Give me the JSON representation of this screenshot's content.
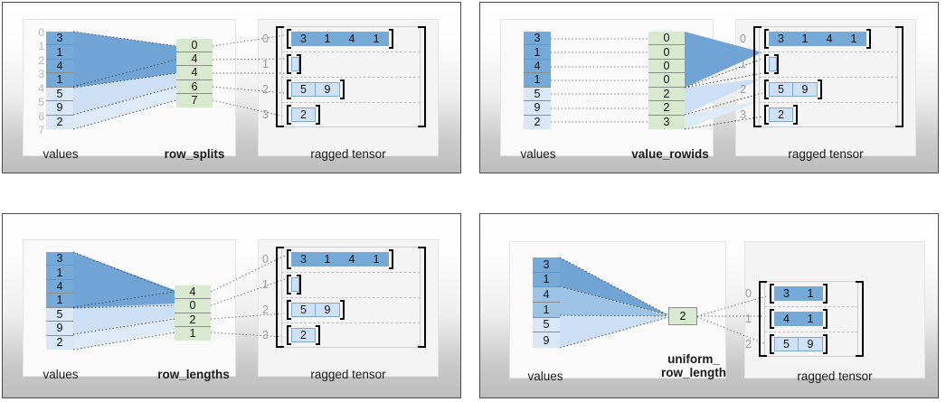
{
  "panels": [
    {
      "id": "row_splits",
      "key_label": "row_splits",
      "values_label": "values",
      "tensor_label": "ragged tensor",
      "values": [
        3,
        1,
        4,
        1,
        5,
        9,
        2
      ],
      "value_shades": [
        "d",
        "d",
        "d",
        "d",
        "l",
        "l",
        "l"
      ],
      "value_indices": [
        "0",
        "1",
        "2",
        "3",
        "4",
        "5",
        "6",
        "7"
      ],
      "show_value_indices": true,
      "partition": [
        0,
        4,
        4,
        6,
        7
      ],
      "partition_kind": "column",
      "rows": [
        {
          "index": "0",
          "cells": [
            3,
            1,
            4,
            1
          ],
          "shade": "d"
        },
        {
          "index": "1",
          "cells": [],
          "shade": "l"
        },
        {
          "index": "2",
          "cells": [
            5,
            9
          ],
          "shade": "l"
        },
        {
          "index": "3",
          "cells": [
            2
          ],
          "shade": "l"
        }
      ]
    },
    {
      "id": "value_rowids",
      "key_label": "value_rowids",
      "values_label": "values",
      "tensor_label": "ragged tensor",
      "values": [
        3,
        1,
        4,
        1,
        5,
        9,
        2
      ],
      "value_shades": [
        "d",
        "d",
        "d",
        "d",
        "l",
        "l",
        "l"
      ],
      "value_indices": [],
      "show_value_indices": false,
      "partition": [
        0,
        0,
        0,
        0,
        2,
        2,
        3
      ],
      "partition_kind": "column",
      "rows": [
        {
          "index": "0",
          "cells": [
            3,
            1,
            4,
            1
          ],
          "shade": "d"
        },
        {
          "index": "1",
          "cells": [],
          "shade": "l"
        },
        {
          "index": "2",
          "cells": [
            5,
            9
          ],
          "shade": "l"
        },
        {
          "index": "3",
          "cells": [
            2
          ],
          "shade": "l"
        }
      ]
    },
    {
      "id": "row_lengths",
      "key_label": "row_lengths",
      "values_label": "values",
      "tensor_label": "ragged tensor",
      "values": [
        3,
        1,
        4,
        1,
        5,
        9,
        2
      ],
      "value_shades": [
        "d",
        "d",
        "d",
        "d",
        "l",
        "l",
        "l"
      ],
      "value_indices": [],
      "show_value_indices": false,
      "partition": [
        4,
        0,
        2,
        1
      ],
      "partition_kind": "column",
      "rows": [
        {
          "index": "0",
          "cells": [
            3,
            1,
            4,
            1
          ],
          "shade": "d"
        },
        {
          "index": "1",
          "cells": [],
          "shade": "l"
        },
        {
          "index": "2",
          "cells": [
            5,
            9
          ],
          "shade": "l"
        },
        {
          "index": "3",
          "cells": [
            2
          ],
          "shade": "l"
        }
      ]
    },
    {
      "id": "uniform_row_length",
      "key_label": "uniform_\nrow_length",
      "values_label": "values",
      "tensor_label": "ragged tensor",
      "values": [
        3,
        1,
        4,
        1,
        5,
        9
      ],
      "value_shades": [
        "d",
        "d",
        "m",
        "m",
        "l",
        "l"
      ],
      "value_indices": [],
      "show_value_indices": false,
      "partition": [
        2
      ],
      "partition_kind": "single",
      "rows": [
        {
          "index": "0",
          "cells": [
            3,
            1
          ],
          "shade": "d"
        },
        {
          "index": "1",
          "cells": [
            4,
            1
          ],
          "shade": "d"
        },
        {
          "index": "2",
          "cells": [
            5,
            9
          ],
          "shade": "l"
        }
      ]
    }
  ],
  "colors": {
    "blue_dark": "#74a9d8",
    "blue_mid": "#9cc3e5",
    "blue_light": "#d9e7f6",
    "green": "#d8e9cf",
    "fan_dark": "#6fa4d4",
    "fan_light": "#d4e4f6",
    "panel_border": "#4a4a4a",
    "index_gray": "#b6b6b6"
  }
}
